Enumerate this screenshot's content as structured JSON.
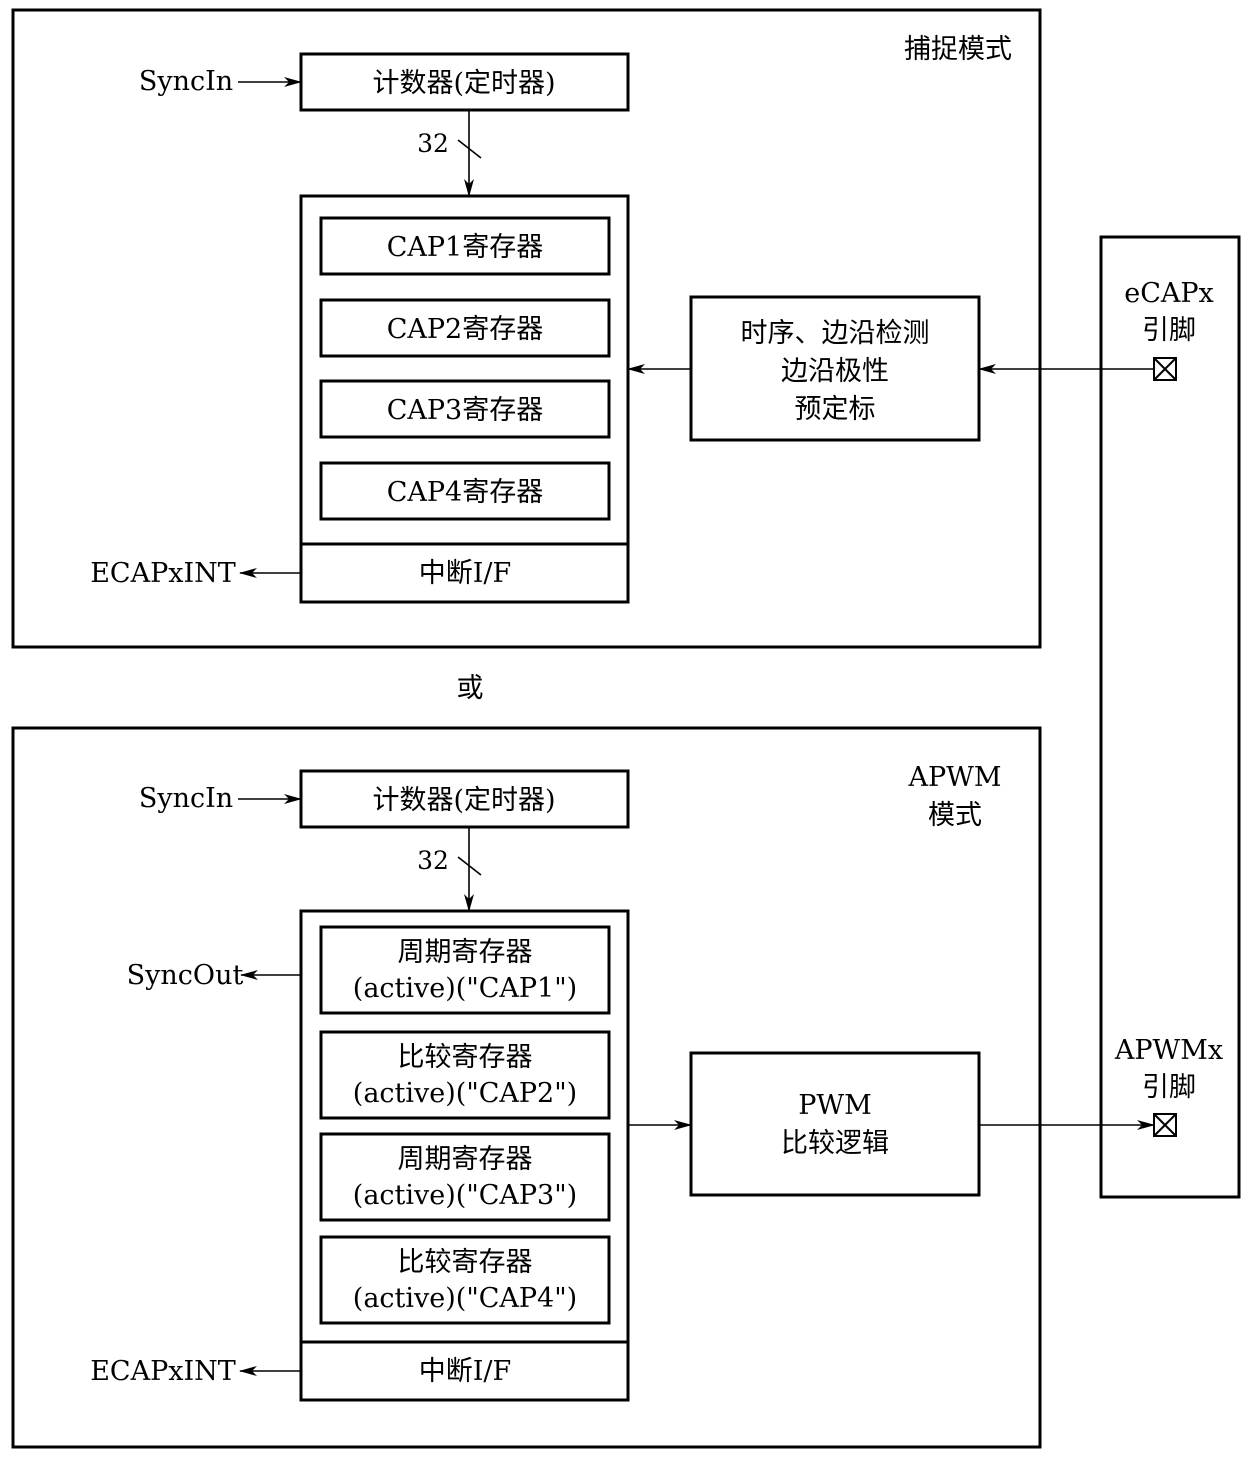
{
  "capture": {
    "mode_label": "捕捉模式",
    "syncin": "SyncIn",
    "counter": "计数器(定时器)",
    "bus_width": "32",
    "registers": [
      "CAP1寄存器",
      "CAP2寄存器",
      "CAP3寄存器",
      "CAP4寄存器"
    ],
    "interrupt": "中断I/F",
    "int_out": "ECAPxINT",
    "edge_logic": [
      "时序、边沿检测",
      "边沿极性",
      "预定标"
    ]
  },
  "or_label": "或",
  "apwm": {
    "mode_label": [
      "APWM",
      "模式"
    ],
    "syncin": "SyncIn",
    "syncout": "SyncOut",
    "counter": "计数器(定时器)",
    "bus_width": "32",
    "registers": [
      {
        "name": "周期寄存器",
        "sub": "(active)(\"CAP1\")"
      },
      {
        "name": "比较寄存器",
        "sub": "(active)(\"CAP2\")"
      },
      {
        "name": "周期寄存器",
        "sub": "(active)(\"CAP3\")"
      },
      {
        "name": "比较寄存器",
        "sub": "(active)(\"CAP4\")"
      }
    ],
    "interrupt": "中断I/F",
    "int_out": "ECAPxINT",
    "pwm_logic": [
      "PWM",
      "比较逻辑"
    ]
  },
  "pins": {
    "ecap": [
      "eCAPx",
      "引脚"
    ],
    "apwm": [
      "APWMx",
      "引脚"
    ]
  }
}
